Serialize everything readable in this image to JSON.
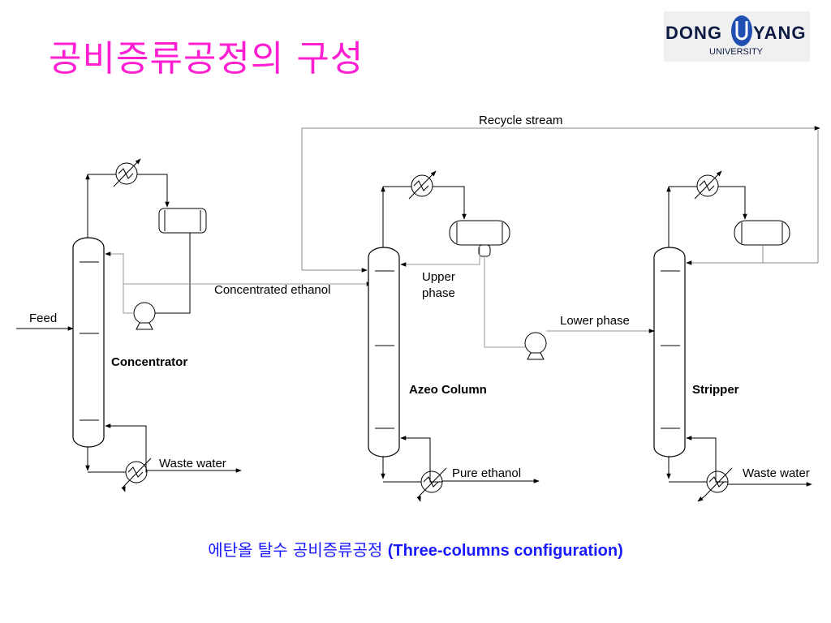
{
  "title": "공비증류공정의 구성",
  "logo": {
    "word1": "DONG",
    "word2": "YANG",
    "sub": "UNIVERSITY"
  },
  "labels": {
    "recycle": "Recycle stream",
    "feed": "Feed",
    "concentrated": "Concentrated ethanol",
    "upper1": "Upper",
    "upper2": "phase",
    "lower": "Lower phase",
    "concentrator": "Concentrator",
    "azeo": "Azeo Column",
    "stripper": "Stripper",
    "waste1": "Waste water",
    "pure": "Pure ethanol",
    "waste2": "Waste water"
  },
  "caption": {
    "korean": "에탄올 탈수 공비증류공정",
    "english": "(Three-columns configuration)"
  }
}
